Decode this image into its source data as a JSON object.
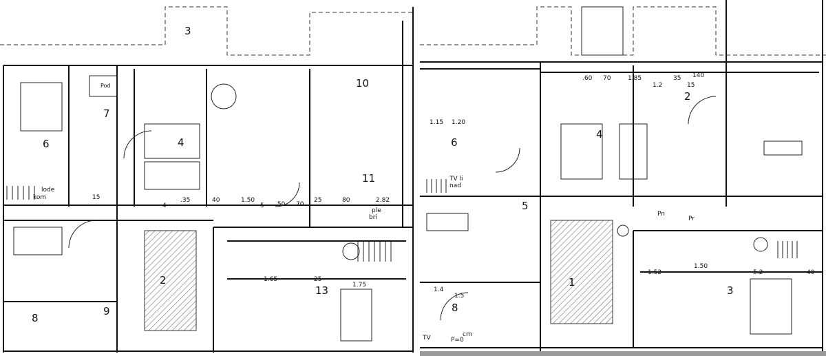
{
  "plan_left": {
    "rooms": [
      {
        "id": "l-3",
        "text": "3"
      },
      {
        "id": "l-7",
        "text": "7"
      },
      {
        "id": "l-6",
        "text": "6"
      },
      {
        "id": "l-4",
        "text": "4"
      },
      {
        "id": "l-10",
        "text": "10"
      },
      {
        "id": "l-11",
        "text": "11"
      },
      {
        "id": "l-2",
        "text": "2"
      },
      {
        "id": "l-8",
        "text": "8"
      },
      {
        "id": "l-9",
        "text": "9"
      },
      {
        "id": "l-13",
        "text": "13"
      }
    ],
    "dims": [
      {
        "id": "d-4",
        "text": "4"
      },
      {
        "id": "d-35",
        "text": ".35"
      },
      {
        "id": "d-40",
        "text": "40"
      },
      {
        "id": "d-150",
        "text": "1.50"
      },
      {
        "id": "d-5",
        "text": "5"
      },
      {
        "id": "d-50",
        "text": ".50"
      },
      {
        "id": "d-70",
        "text": "70"
      },
      {
        "id": "d-25",
        "text": "25"
      },
      {
        "id": "d-80",
        "text": "80"
      },
      {
        "id": "d-282",
        "text": "2.82"
      },
      {
        "id": "d-165",
        "text": "1.65"
      },
      {
        "id": "d-25b",
        "text": "25"
      },
      {
        "id": "d-175",
        "text": "1.75"
      },
      {
        "id": "d-15",
        "text": "15"
      }
    ],
    "notes": [
      {
        "id": "n-lode",
        "text": "lode"
      },
      {
        "id": "n-kom",
        "text": "kom"
      },
      {
        "id": "n-ple",
        "text": "ple"
      },
      {
        "id": "n-bri",
        "text": "bri"
      },
      {
        "id": "n-pod",
        "text": "Pod"
      }
    ]
  },
  "plan_right": {
    "rooms": [
      {
        "id": "r-2",
        "text": "2"
      },
      {
        "id": "r-4",
        "text": "4"
      },
      {
        "id": "r-6",
        "text": "6"
      },
      {
        "id": "r-5",
        "text": "5"
      },
      {
        "id": "r-1",
        "text": "1"
      },
      {
        "id": "r-8",
        "text": "8"
      },
      {
        "id": "r-3",
        "text": "3"
      }
    ],
    "dims": [
      {
        "id": "rd-185",
        "text": "1.85"
      },
      {
        "id": "rd-60",
        "text": ".60"
      },
      {
        "id": "rd-70",
        "text": "70"
      },
      {
        "id": "rd-12",
        "text": "1.2"
      },
      {
        "id": "rd-35",
        "text": "35"
      },
      {
        "id": "rd-15",
        "text": "15"
      },
      {
        "id": "rd-115",
        "text": "1.15"
      },
      {
        "id": "rd-120",
        "text": "1.20"
      },
      {
        "id": "rd-152",
        "text": "1.52"
      },
      {
        "id": "rd-50",
        "text": "1.50"
      },
      {
        "id": "rd-52",
        "text": "5.2"
      },
      {
        "id": "rd-40",
        "text": "40"
      },
      {
        "id": "rd-14",
        "text": "1.4"
      },
      {
        "id": "rd-15b",
        "text": "1.5"
      },
      {
        "id": "rd-140",
        "text": "140"
      }
    ],
    "notes": [
      {
        "id": "rn-tv",
        "text": "TV li"
      },
      {
        "id": "rn-nad",
        "text": "nad"
      },
      {
        "id": "rn-tv2",
        "text": "TV"
      },
      {
        "id": "rn-pod",
        "text": "P=0"
      },
      {
        "id": "rn-cm",
        "text": "cm"
      },
      {
        "id": "rn-pn",
        "text": "Pn"
      },
      {
        "id": "rn-pr",
        "text": "Pr"
      }
    ]
  }
}
